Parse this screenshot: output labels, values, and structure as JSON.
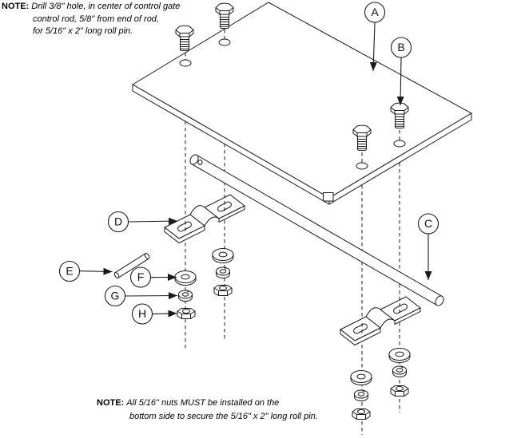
{
  "colors": {
    "line": "#1a1a1a",
    "background": "#ffffff"
  },
  "notes": {
    "top": {
      "label": "NOTE:",
      "lines": [
        "Drill 3/8\" hole, in center of control gate",
        "control rod, 5/8\" from end of rod,",
        "for 5/16\" x 2\" long roll pin."
      ]
    },
    "bottom": {
      "label": "NOTE:",
      "lines": [
        "All 5/16\" nuts MUST be installed on the",
        "bottom side to secure the 5/16\" x 2\" long roll pin."
      ]
    }
  },
  "callouts": [
    {
      "letter": "A",
      "part": "mounting-plate"
    },
    {
      "letter": "B",
      "part": "hex-bolt"
    },
    {
      "letter": "C",
      "part": "control-rod"
    },
    {
      "letter": "D",
      "part": "clamp-bracket"
    },
    {
      "letter": "E",
      "part": "roll-pin"
    },
    {
      "letter": "F",
      "part": "flat-washer"
    },
    {
      "letter": "G",
      "part": "lock-washer"
    },
    {
      "letter": "H",
      "part": "hex-nut"
    }
  ]
}
